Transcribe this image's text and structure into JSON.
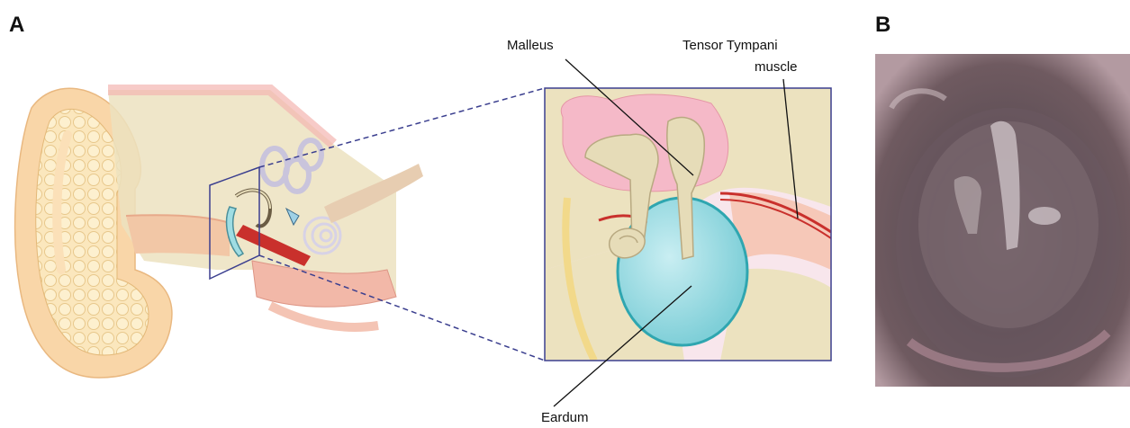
{
  "panels": {
    "a_letter": "A",
    "b_letter": "B"
  },
  "labels": {
    "malleus": "Malleus",
    "tensor_line1": "Tensor Tympani",
    "tensor_line2": "muscle",
    "eardrum": "Eardum"
  },
  "colors": {
    "outer_ear_skin": "#f9d6a8",
    "bone": "#ece2bf",
    "cartilage_cells": "#fbe3b0",
    "canal_pink": "#f2b8a8",
    "muscle_red": "#c9302c",
    "eardrum_cyan": "#9fdde3",
    "ossicle_beige": "#e6dcb8",
    "inset_border": "#3b3f8f",
    "otoscope_dark": "#4a3f45"
  }
}
